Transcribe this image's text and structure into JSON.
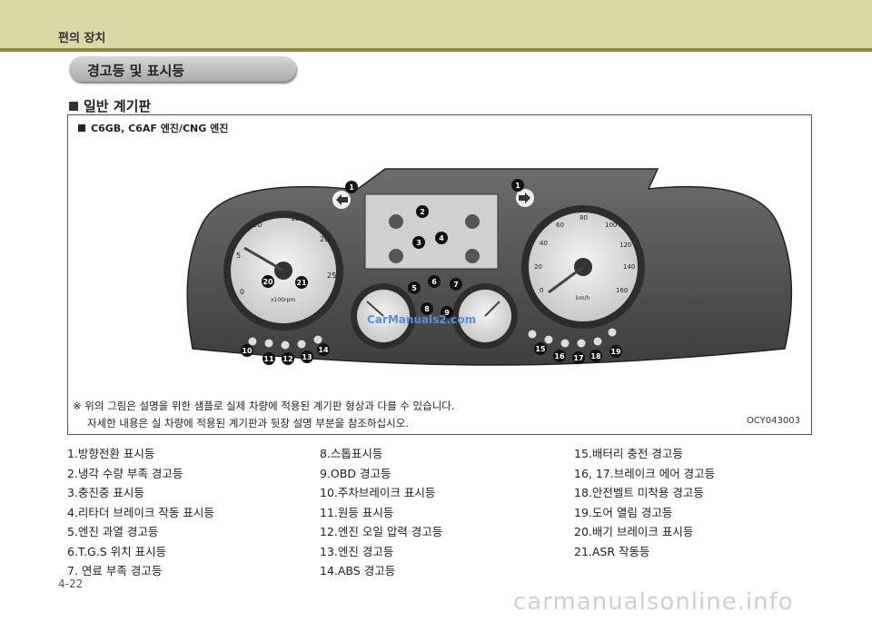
{
  "header": {
    "section": "편의 장치"
  },
  "topic": {
    "title": "경고등 및 표시등"
  },
  "subsection": {
    "title": "일반 계기판"
  },
  "figure": {
    "caption": "C6GB, C6AF 엔진/CNG 엔진",
    "code": "OCY043003",
    "note_line1": "※  위의 그림은 설명을 위한 샘플로 실제 차량에 적용된 계기판 형상과 다를 수 있습니다.",
    "note_line2": "자세한 내용은 실 차량에 적용된 계기판과 뒷장 설명 부분을 참조하십시오.",
    "tacho_unit": "x100rpm",
    "speedo_unit": "km/h",
    "watermark": "CarManuals2.com",
    "tacho_ticks": [
      "0",
      "5",
      "10",
      "15",
      "20",
      "25"
    ],
    "speedo_ticks": [
      "0",
      "20",
      "40",
      "60",
      "80",
      "100",
      "120",
      "140",
      "160"
    ],
    "markers": [
      "1",
      "1",
      "2",
      "3",
      "4",
      "5",
      "6",
      "7",
      "8",
      "9",
      "10",
      "11",
      "12",
      "13",
      "14",
      "15",
      "16",
      "17",
      "18",
      "19",
      "20",
      "21"
    ]
  },
  "legend": {
    "col1": [
      "1.방향전환 표시등",
      "2.냉각 수량 부족 경고등",
      "3.충진중 표시등",
      "4.리타더 브레이크 작동 표시등",
      "5.엔진 과열 경고등",
      "6.T.G.S 위치 표시등",
      "7. 연료 부족 경고등"
    ],
    "col2": [
      "8.스톱표시등",
      "9.OBD 경고등",
      "10.주차브레이크 표시등",
      "11.원등 표시등",
      "12.엔진 오일 압력 경고등",
      "13.엔진 경고등",
      "14.ABS 경고등"
    ],
    "col3": [
      "15.배터리 충전 경고등",
      "16, 17.브레이크 에어 경고등",
      "18.안전벨트 미착용 경고등",
      "19.도어 열림 경고등",
      "20.배기 브레이크 표시등",
      "21.ASR 작동등"
    ]
  },
  "footer": {
    "page": "4-22",
    "watermark": "carmanualsonline.info"
  }
}
